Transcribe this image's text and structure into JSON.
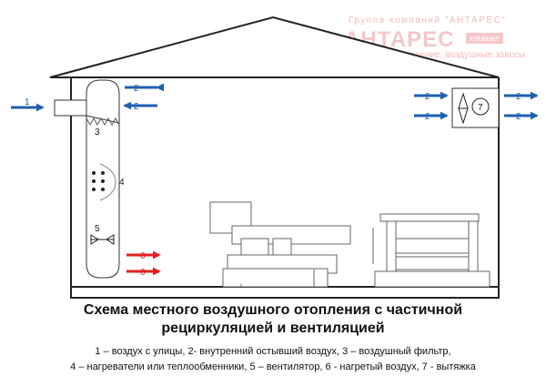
{
  "watermark": {
    "group": "Группа компаний \"АНТАРЕС\"",
    "brand": "АНТАРЕС",
    "tag": "климат",
    "subtitle": "Воздушное отопление, воздушные завесы"
  },
  "labels": {
    "outside_air": "1",
    "cooled_air": "2",
    "filter": "3",
    "heaters": "4",
    "fan": "5",
    "heated_air": "6",
    "exhaust": "7"
  },
  "colors": {
    "outline": "#222222",
    "arrow_blue": "#1f5fb0",
    "arrow_red": "#e02020",
    "watermark": "#f2b9b9"
  },
  "caption": {
    "title_line1": "Схема местного воздушного отопления с частичной",
    "title_line2": "рециркуляцией и вентиляцией",
    "legend_line1": "1 – воздух с улицы, 2- внутренний остывший воздух, 3 – воздушный фильтр,",
    "legend_line2": "4 – нагреватели или теплообменники, 5 – вентилятор, 6 - нагретый воздух, 7 - вытяжка"
  }
}
